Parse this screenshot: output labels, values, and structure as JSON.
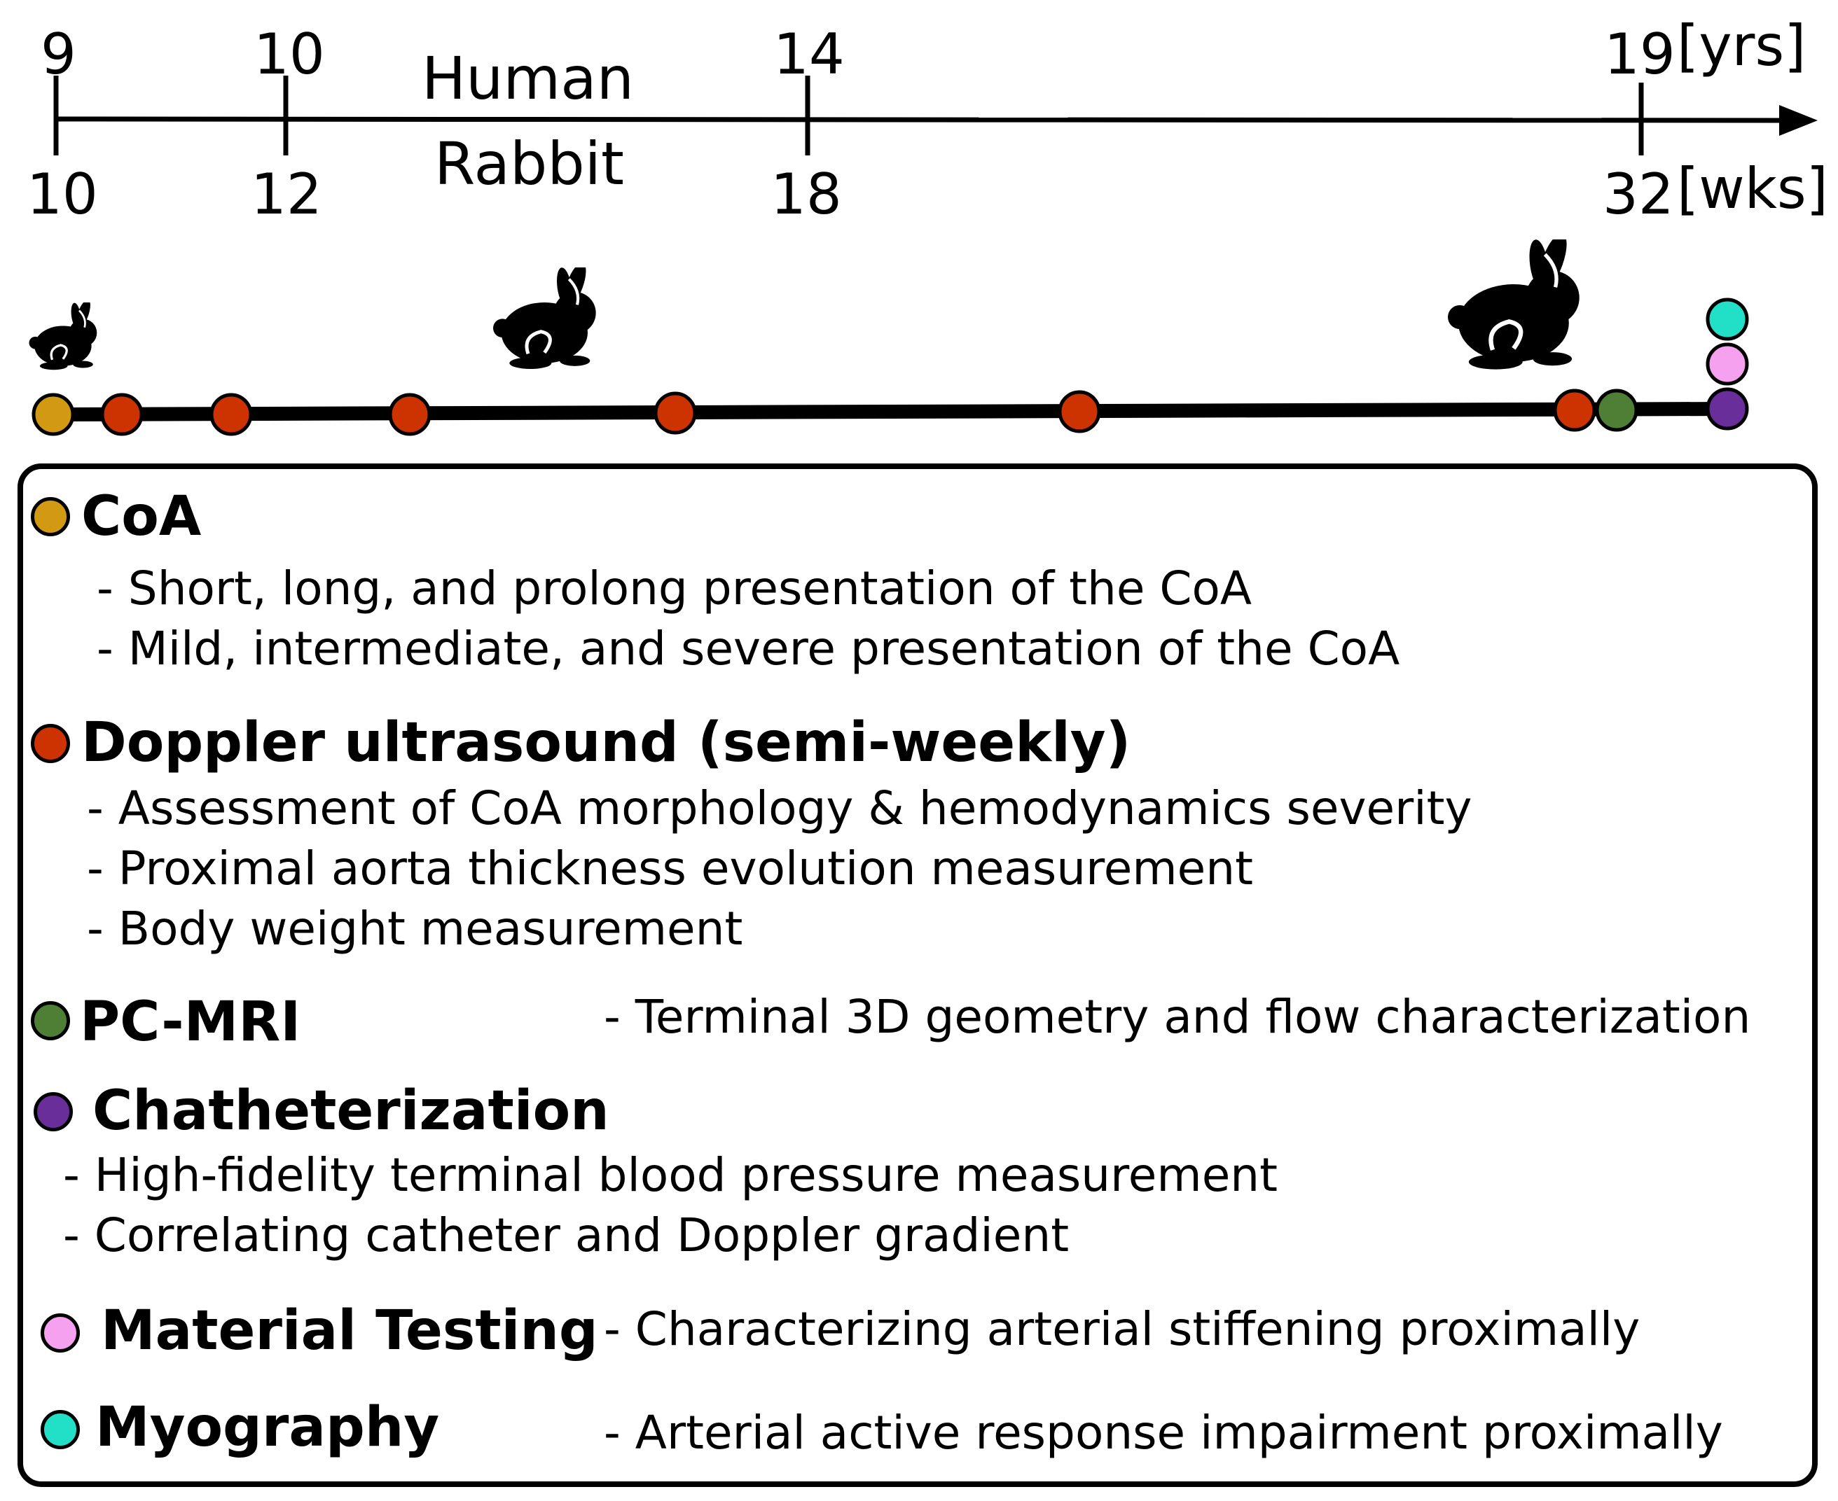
{
  "timeline": {
    "human_label": "Human",
    "rabbit_label": "Rabbit",
    "human_unit": "[yrs]",
    "rabbit_unit": "[wks]",
    "ticks": [
      {
        "human": "9",
        "rabbit": "10"
      },
      {
        "human": "10",
        "rabbit": "12"
      },
      {
        "human": "14",
        "rabbit": "18"
      },
      {
        "human": "19",
        "rabbit": "32"
      }
    ]
  },
  "colors": {
    "coa": "#d29a12",
    "doppler": "#cc3300",
    "pcmri": "#4f7f35",
    "catheterization": "#6a2e9a",
    "material": "#f6a0f0",
    "myography": "#22e0c8"
  },
  "schedule": {
    "icons": [
      "rabbit-small-icon",
      "rabbit-medium-icon",
      "rabbit-large-icon"
    ],
    "events": [
      "coa",
      "doppler",
      "doppler",
      "doppler",
      "doppler",
      "doppler",
      "doppler",
      "pcmri",
      "catheterization",
      "material",
      "myography"
    ]
  },
  "legend": {
    "coa": {
      "title": "CoA",
      "items": [
        "- Short, long, and prolong presentation of the CoA",
        "- Mild, intermediate, and severe presentation of the CoA"
      ]
    },
    "doppler": {
      "title": "Doppler ultrasound (semi-weekly)",
      "items": [
        "- Assessment of CoA morphology & hemodynamics severity",
        "- Proximal aorta thickness evolution measurement",
        "- Body weight measurement"
      ]
    },
    "pcmri": {
      "title": "PC-MRI",
      "desc": "- Terminal 3D geometry and flow characterization"
    },
    "catheterization": {
      "title": "Chatheterization",
      "items": [
        "- High-fidelity terminal blood pressure measurement",
        "- Correlating catheter and Doppler gradient"
      ]
    },
    "material": {
      "title": "Material Testing",
      "desc": "- Characterizing arterial stiffening proximally"
    },
    "myography": {
      "title": "Myography",
      "desc": "- Arterial active response impairment proximally"
    }
  }
}
